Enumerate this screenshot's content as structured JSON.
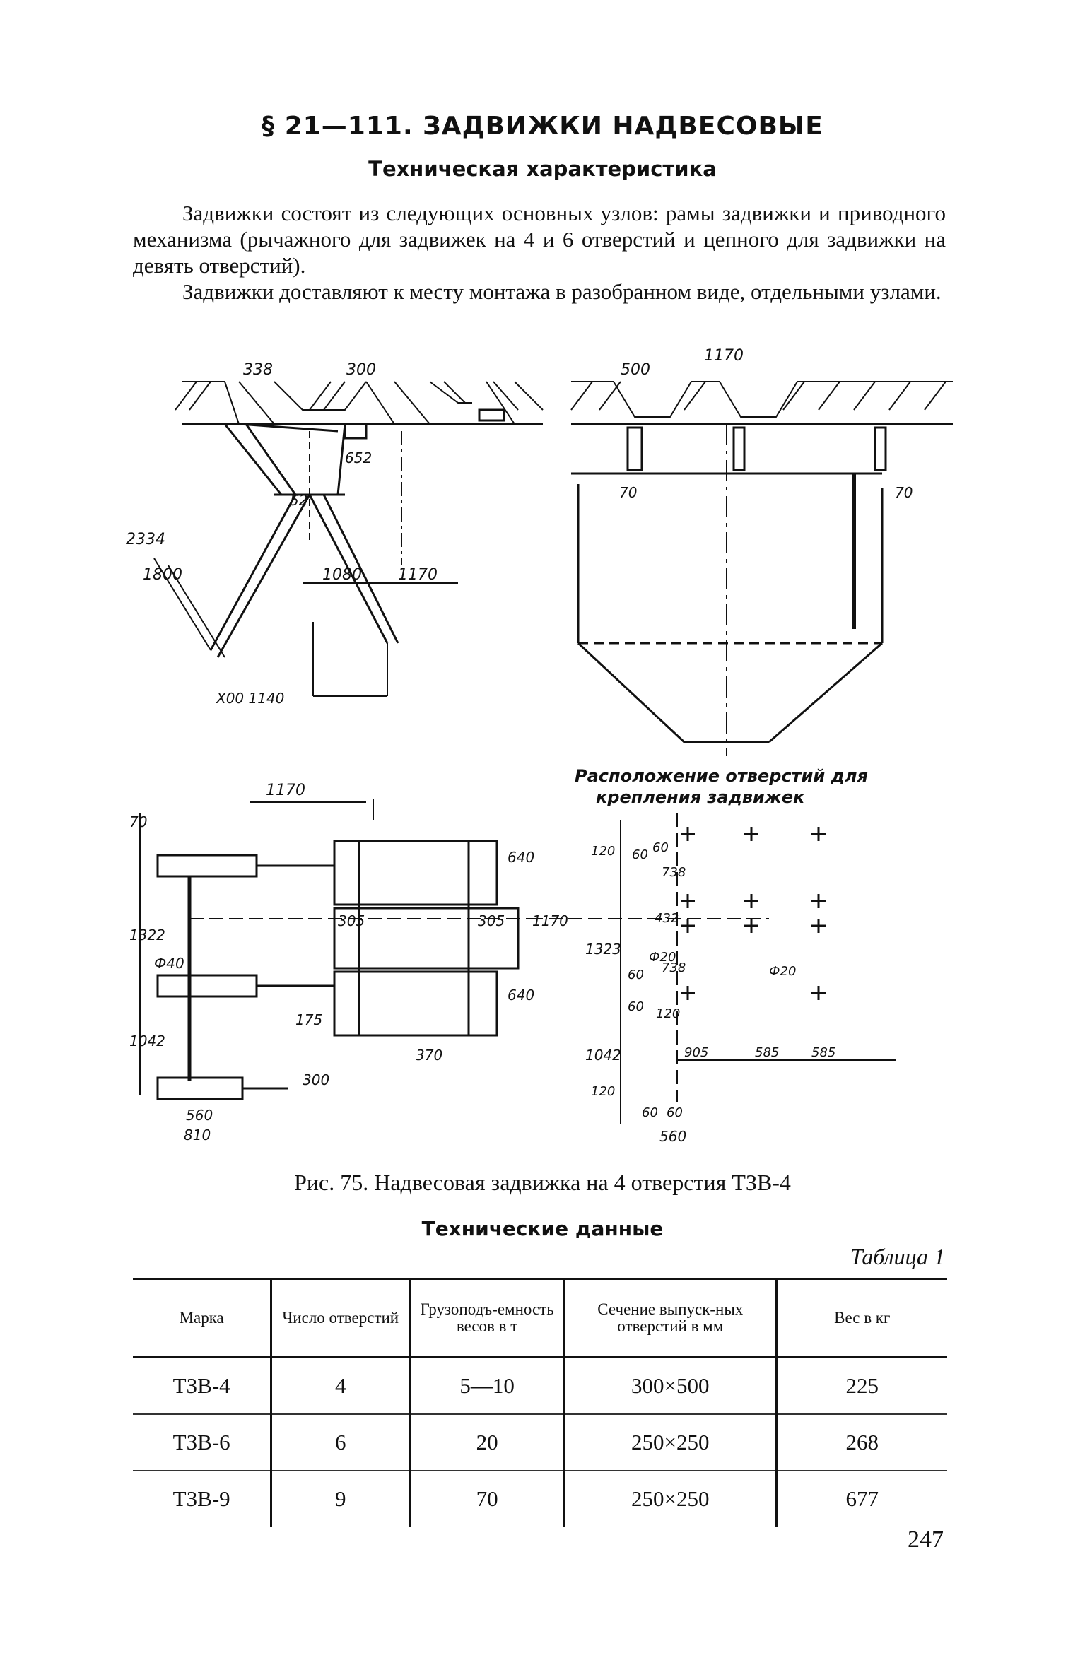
{
  "heading": "§ 21—111. ЗАДВИЖКИ НАДВЕСОВЫЕ",
  "subheading": "Техническая характеристика",
  "paragraphs": [
    "Задвижки состоят из следующих основных узлов: рамы задвижки и приводного механизма (рычажного для задвижек на 4 и 6 отверстий и цепного для задвижки на девять отверстий).",
    "Задвижки доставляют к месту монтажа в разобранном виде, отдельными узлами."
  ],
  "figure": {
    "dims_top_left": [
      "338",
      "300",
      "652",
      "52",
      "2334",
      "1800",
      "1080",
      "1170",
      "Х00 1140"
    ],
    "dims_top_right": [
      "1170",
      "500",
      "70",
      "70"
    ],
    "dims_bottom_left": [
      "1170",
      "70",
      "1322",
      "640",
      "1170",
      "640",
      "Ф40",
      "305",
      "305",
      "1042",
      "175",
      "370",
      "300",
      "560",
      "810"
    ],
    "dims_bottom_right": [
      "120",
      "60",
      "60",
      "738",
      "1323",
      "432",
      "60",
      "Ф20",
      "738",
      "Ф20",
      "120",
      "1042",
      "60",
      "120",
      "905",
      "585",
      "585",
      "60",
      "60",
      "560"
    ],
    "layout_caption_line1": "Расположение отверстий для",
    "layout_caption_line2": "крепления задвижек"
  },
  "caption": "Рис. 75. Надвесовая задвижка на 4 отверстия ТЗВ-4",
  "table_heading": "Технические данные",
  "table_label": "Таблица 1",
  "table": {
    "headers": [
      "Марка",
      "Число отверстий",
      "Грузоподъ-емность весов в т",
      "Сечение выпуск-ных отверстий в мм",
      "Вес в кг"
    ],
    "rows": [
      [
        "ТЗВ-4",
        "4",
        "5—10",
        "300×500",
        "225"
      ],
      [
        "ТЗВ-6",
        "6",
        "20",
        "250×250",
        "268"
      ],
      [
        "ТЗВ-9",
        "9",
        "70",
        "250×250",
        "677"
      ]
    ]
  },
  "page_number": "247"
}
